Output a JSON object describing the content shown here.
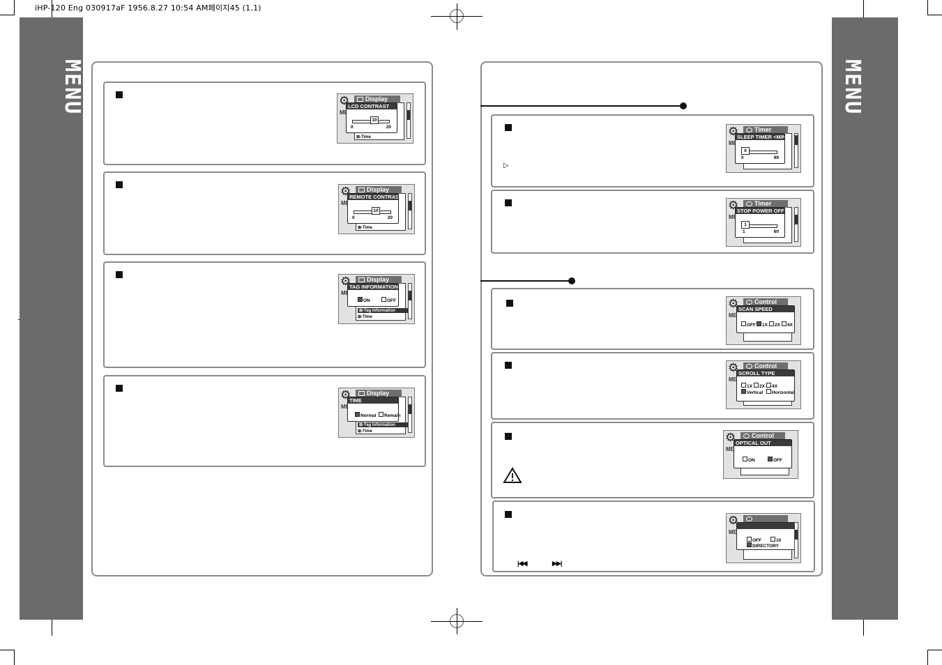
{
  "header": {
    "file_info": "iHP-120 Eng 030917aF  1956.8.27 10:54 AM페이지45 (1,1)"
  },
  "side_label": "MENU",
  "left_column": {
    "items": [
      {
        "screen": {
          "menu_title": "Display",
          "dialog_title": "LCD CONTRAST",
          "type": "slider",
          "value": "10",
          "min": "0",
          "max": "20",
          "slider_fraction": 0.5,
          "rows": [
            "Time"
          ]
        }
      },
      {
        "screen": {
          "menu_title": "Display",
          "dialog_title": "REMOTE CONTRAST",
          "type": "slider",
          "value": "10",
          "min": "0",
          "max": "20",
          "slider_fraction": 0.5,
          "rows": [
            "Time"
          ]
        }
      },
      {
        "screen": {
          "menu_title": "Display",
          "dialog_title": "TAG INFORMATION",
          "type": "options",
          "options": [
            {
              "label": "ON",
              "checked": true
            },
            {
              "label": "OFF",
              "checked": false
            }
          ],
          "rows": [
            "Tag Information",
            "Time"
          ]
        }
      },
      {
        "screen": {
          "menu_title": "Display",
          "dialog_title": "TIME",
          "type": "options",
          "options": [
            {
              "label": "Normal",
              "checked": true
            },
            {
              "label": "Remain",
              "checked": false
            }
          ],
          "rows": [
            "Tag Information",
            "Time"
          ]
        }
      }
    ]
  },
  "right_column": {
    "timer_items": [
      {
        "screen": {
          "menu_title": "Timer",
          "dialog_title": "SLEEP TIMER <MIN>",
          "type": "slider",
          "value": "0",
          "min": "0",
          "max": "99",
          "slider_fraction": 0
        },
        "marker": "▷"
      },
      {
        "screen": {
          "menu_title": "Timer",
          "dialog_title": "STOP POWER OFF <MIN>",
          "type": "slider",
          "value": "1",
          "min": "1",
          "max": "60",
          "slider_fraction": 0
        }
      }
    ],
    "control_items": [
      {
        "screen": {
          "menu_title": "Control",
          "dialog_title": "SCAN SPEED",
          "type": "options",
          "options": [
            {
              "label": "OFF",
              "checked": false
            },
            {
              "label": "1X",
              "checked": true
            },
            {
              "label": "2X",
              "checked": false
            },
            {
              "label": "4X",
              "checked": false
            }
          ]
        }
      },
      {
        "screen": {
          "menu_title": "Control",
          "dialog_title": "SCROLL TYPE",
          "type": "options2",
          "options": [
            {
              "label": "1X",
              "checked": false
            },
            {
              "label": "2X",
              "checked": false
            },
            {
              "label": "4X",
              "checked": false
            }
          ],
          "options_row2": [
            {
              "label": "Vertical",
              "checked": true
            },
            {
              "label": "Horizontal",
              "checked": false
            }
          ]
        }
      },
      {
        "screen": {
          "menu_title": "Control",
          "dialog_title": "OPTICAL OUT",
          "type": "options",
          "options": [
            {
              "label": "ON",
              "checked": false
            },
            {
              "label": "OFF",
              "checked": true
            }
          ]
        },
        "warning_icon": "warning-triangle-icon"
      },
      {
        "screen": {
          "menu_title": "",
          "dialog_title": "",
          "type": "options2",
          "options": [
            {
              "label": "OFF",
              "checked": false
            },
            {
              "label": "10",
              "checked": false
            }
          ],
          "options_row2": [
            {
              "label": "DIRECTORY",
              "checked": true
            }
          ]
        },
        "nav_icons": [
          "skip-back-icon",
          "skip-forward-icon"
        ],
        "nav_glyphs": [
          "|◀◀",
          "▶▶|"
        ]
      }
    ]
  },
  "screen_label_me": "ME",
  "colors": {
    "side_tab": "#6b6b6b",
    "panel_border": "#8a8a8a",
    "screen_bg": "#e2e2e2",
    "titlebar": "#6f6f6f"
  }
}
